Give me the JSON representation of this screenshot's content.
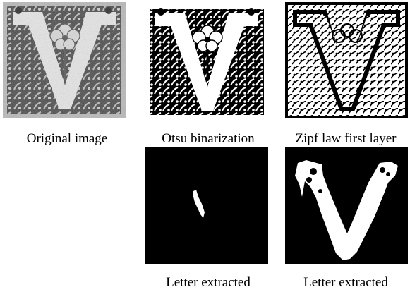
{
  "figure": {
    "panels": [
      {
        "id": "orig",
        "caption": "Original image"
      },
      {
        "id": "otsu",
        "caption": "Otsu binarization"
      },
      {
        "id": "zipf",
        "caption": "Zipf law first layer"
      },
      {
        "id": "let1",
        "caption": "Letter extracted"
      },
      {
        "id": "let2",
        "caption": "Letter extracted"
      }
    ]
  },
  "colors": {
    "paper": "#ffffff",
    "ink": "#000000",
    "gray_dark": "#3a3a3a",
    "gray_light": "#c8c8c8"
  }
}
